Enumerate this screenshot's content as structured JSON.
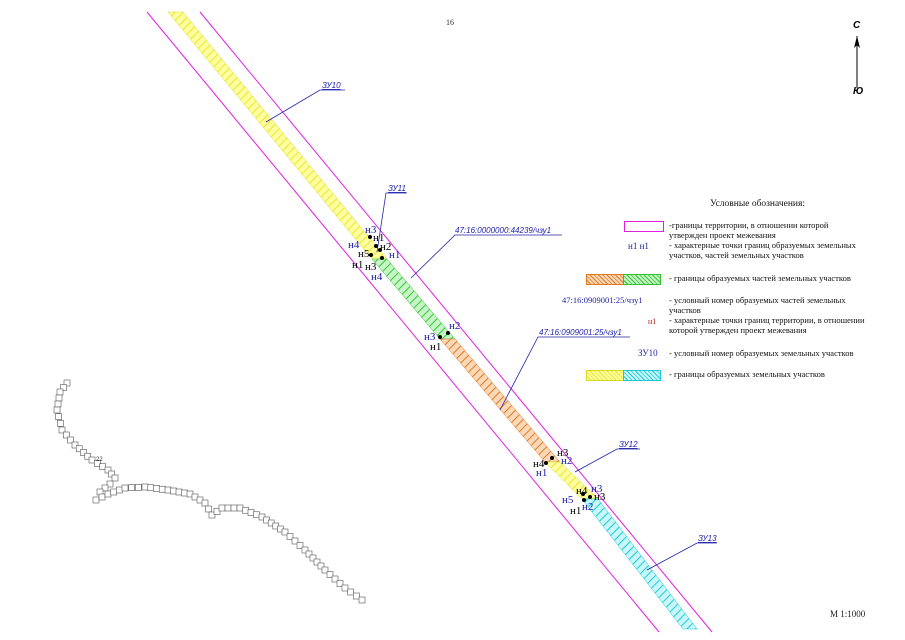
{
  "page_number": "16",
  "compass": {
    "top_label": "С",
    "bottom_label": "Ю"
  },
  "scale": "М 1:1000",
  "labels": {
    "zu10": "ЗУ10",
    "zu11": "ЗУ11",
    "zu12": "ЗУ12",
    "zu13": "ЗУ13",
    "chzu_a": "47:16:0000000:44239/чзу1",
    "chzu_b": "47:16:0909001:25/чзу1",
    "block_number": "22"
  },
  "points": {
    "g1": [
      "н3",
      "н1",
      "н4",
      "н5",
      "н2",
      "н1",
      "н3",
      "н4",
      "н1"
    ],
    "g2": [
      "н3",
      "н2",
      "н1"
    ],
    "g3": [
      "н3",
      "н4",
      "н2",
      "н1"
    ],
    "g4": [
      "н4",
      "н3",
      "н5",
      "н3",
      "н2",
      "н1"
    ]
  },
  "legend": {
    "title": "Условные обозначения:",
    "item1": "-границы территории, в отношении которой утвержден проект межевания",
    "item2_marker": "н1 н1",
    "item2": "- характерные точки границ  образуемых земельных участков, частей земельных участков",
    "item3": "- границы образуемых частей земельных участков",
    "item4_code": "47:16:0909001:25/чзу1",
    "item4": "- условный номер образуемых частей земельных участков",
    "item5_marker": "н1",
    "item5": "-  характерные точки границ территории, в отношении которой утвержден проект межевания",
    "item6_code": "ЗУ10",
    "item6": "- условный номер образуемых земельных участков",
    "item7": "- границы образуемых земельных участков"
  },
  "colors": {
    "boundary": "#e020e0",
    "yellow": "#f2f23a",
    "green": "#38d038",
    "orange": "#e07a22",
    "cyan": "#20d8e0",
    "label_blue": "#2222aa"
  }
}
